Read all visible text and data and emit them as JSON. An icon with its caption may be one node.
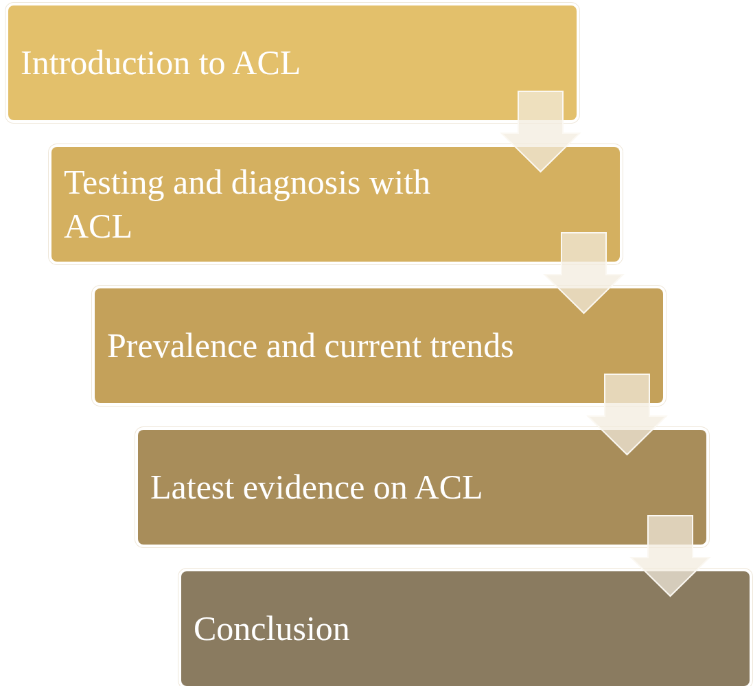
{
  "diagram": {
    "nodes": [
      {
        "text": [
          "Introduction to ACL"
        ]
      },
      {
        "text": [
          "Testing and diagnosis with ACL"
        ]
      },
      {
        "text": [
          "Prevalence and current trends"
        ]
      },
      {
        "text": [
          "Latest evidence on ACL"
        ]
      },
      {
        "text": [
          "Conclusion"
        ]
      }
    ],
    "edges": [
      {
        "from": 0,
        "to": 1,
        "arrow": "to"
      },
      {
        "from": 1,
        "to": 2,
        "arrow": "to"
      },
      {
        "from": 2,
        "to": 3,
        "arrow": "to"
      },
      {
        "from": 3,
        "to": 4,
        "arrow": "to"
      }
    ]
  }
}
